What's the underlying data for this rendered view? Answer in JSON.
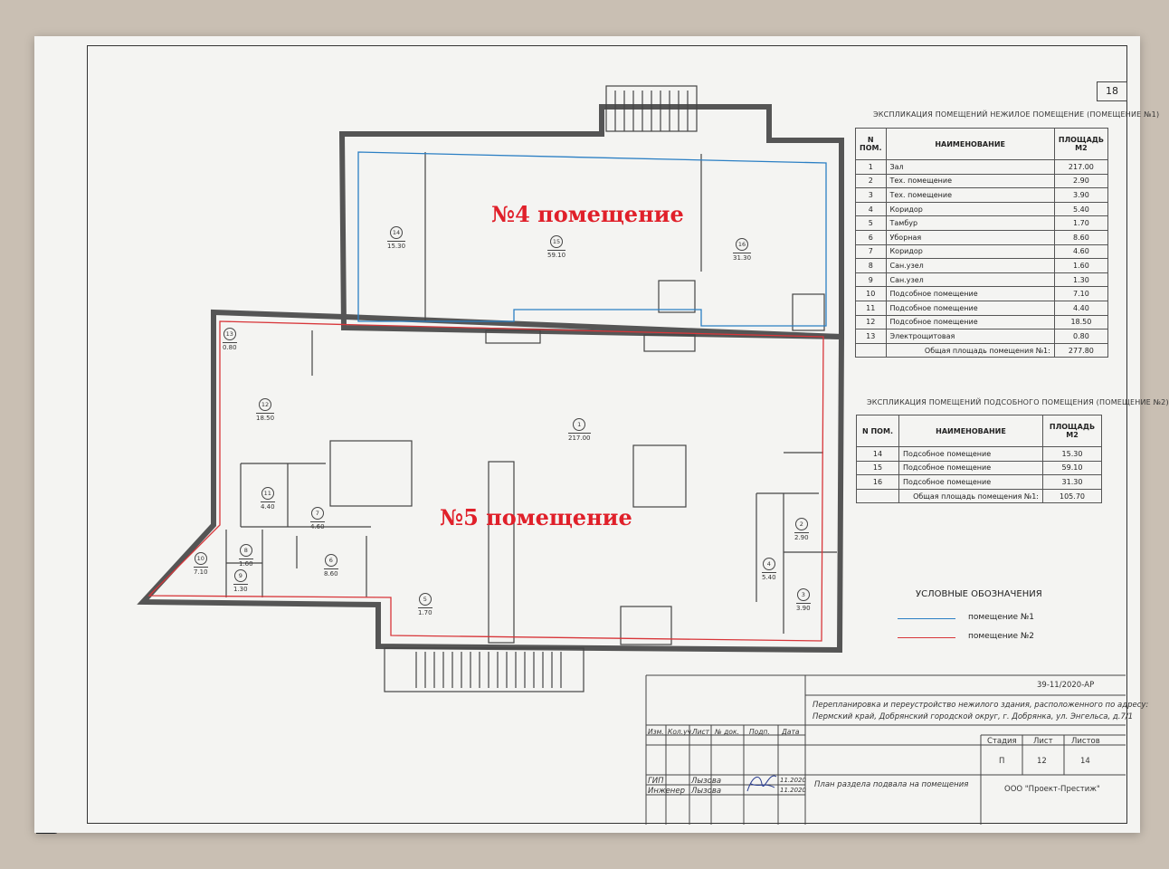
{
  "page_number": "18",
  "overlays": {
    "room4": "№4 помещение",
    "room5": "№5 помещение"
  },
  "table1": {
    "title": "ЭКСПЛИКАЦИЯ ПОМЕЩЕНИЙ НЕЖИЛОЕ ПОМЕЩЕНИЕ (ПОМЕЩЕНИЕ №1)",
    "header": {
      "n": "N ПОМ.",
      "name": "НАИМЕНОВАНИЕ",
      "area": "ПЛОЩАДЬ М2"
    },
    "rows": [
      {
        "n": "1",
        "name": "Зал",
        "area": "217.00"
      },
      {
        "n": "2",
        "name": "Тех. помещение",
        "area": "2.90"
      },
      {
        "n": "3",
        "name": "Тех. помещение",
        "area": "3.90"
      },
      {
        "n": "4",
        "name": "Коридор",
        "area": "5.40"
      },
      {
        "n": "5",
        "name": "Тамбур",
        "area": "1.70"
      },
      {
        "n": "6",
        "name": "Уборная",
        "area": "8.60"
      },
      {
        "n": "7",
        "name": "Коридор",
        "area": "4.60"
      },
      {
        "n": "8",
        "name": "Сан.узел",
        "area": "1.60"
      },
      {
        "n": "9",
        "name": "Сан.узел",
        "area": "1.30"
      },
      {
        "n": "10",
        "name": "Подсобное помещение",
        "area": "7.10"
      },
      {
        "n": "11",
        "name": "Подсобное помещение",
        "area": "4.40"
      },
      {
        "n": "12",
        "name": "Подсобное помещение",
        "area": "18.50"
      },
      {
        "n": "13",
        "name": "Электрощитовая",
        "area": "0.80"
      }
    ],
    "total_label": "Общая площадь помещения №1:",
    "total": "277.80"
  },
  "table2": {
    "title": "ЭКСПЛИКАЦИЯ ПОМЕЩЕНИЙ ПОДСОБНОГО ПОМЕЩЕНИЯ (ПОМЕЩЕНИЕ №2)",
    "header": {
      "n": "N ПОМ.",
      "name": "НАИМЕНОВАНИЕ",
      "area": "ПЛОЩАДЬ М2"
    },
    "rows": [
      {
        "n": "14",
        "name": "Подсобное помещение",
        "area": "15.30"
      },
      {
        "n": "15",
        "name": "Подсобное помещение",
        "area": "59.10"
      },
      {
        "n": "16",
        "name": "Подсобное помещение",
        "area": "31.30"
      }
    ],
    "total_label": "Общая площадь помещения №1:",
    "total": "105.70"
  },
  "legend": {
    "title": "УСЛОВНЫЕ ОБОЗНАЧЕНИЯ",
    "items": [
      {
        "label": "помещение №1",
        "color": "#2b7fc4"
      },
      {
        "label": "помещение №2",
        "color": "#d8363a"
      }
    ]
  },
  "colors": {
    "blue_outline": "#2b7fc4",
    "red_outline": "#d8363a",
    "overlay_text": "#e0202a"
  },
  "stamp": {
    "code": "39-11/2020-АР",
    "project_line1": "Перепланировка и переустройство нежилого здания, расположенного по адресу:",
    "project_line2": "Пермский край, Добрянский городской округ, г. Добрянка, ул. Энгельса, д.7/1",
    "cols": {
      "izm": "Изм.",
      "kol": "Кол.уч.",
      "list": "Лист",
      "ndok": "№ док.",
      "podp": "Подп.",
      "data": "Дата"
    },
    "stage_header": "Стадия",
    "sheet_header": "Лист",
    "sheets_header": "Листов",
    "stage": "П",
    "sheet": "12",
    "sheets": "14",
    "gip_label": "ГИП",
    "gip_name": "Лызова",
    "gip_date": "11.2020",
    "eng_label": "Инженер",
    "eng_name": "Лызова",
    "eng_date": "11.2020",
    "drawing_title": "План раздела подвала на помещения",
    "company": "ООО \"Проект-Престиж\""
  },
  "rooms": [
    {
      "n": "1",
      "area": "217.00"
    },
    {
      "n": "2",
      "area": "2.90"
    },
    {
      "n": "3",
      "area": "3.90"
    },
    {
      "n": "4",
      "area": "5.40"
    },
    {
      "n": "5",
      "area": "1.70"
    },
    {
      "n": "6",
      "area": "8.60"
    },
    {
      "n": "7",
      "area": "4.60"
    },
    {
      "n": "8",
      "area": "1.60"
    },
    {
      "n": "9",
      "area": "1.30"
    },
    {
      "n": "10",
      "area": "7.10"
    },
    {
      "n": "11",
      "area": "4.40"
    },
    {
      "n": "12",
      "area": "18.50"
    },
    {
      "n": "13",
      "area": "0.80"
    },
    {
      "n": "14",
      "area": "15.30"
    },
    {
      "n": "15",
      "area": "59.10"
    },
    {
      "n": "16",
      "area": "31.30"
    }
  ]
}
